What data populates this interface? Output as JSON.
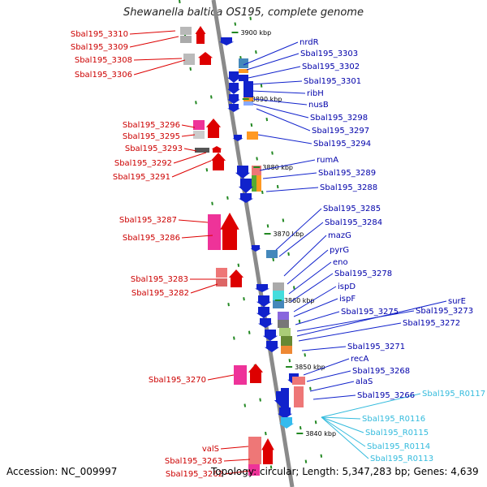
{
  "title": "Shewanella baltica OS195, complete genome",
  "footer": {
    "accession": "Accession: NC_009997",
    "topology": "Topology: circular; Length: 5,347,283 bp; Genes: 4,639"
  },
  "colors": {
    "forward_strand": "#dd0000",
    "reverse_strand": "#1122cc",
    "rna_label": "#33bbdd",
    "backbone": "#888888",
    "gridline": "#228822"
  },
  "ticks": [
    "3900 kbp",
    "3890 kbp",
    "3880 kbp",
    "3870 kbp",
    "3860 kbp",
    "3850 kbp",
    "3840 kbp"
  ],
  "left_labels": [
    "Sbal195_3310",
    "Sbal195_3309",
    "Sbal195_3308",
    "Sbal195_3306",
    "Sbal195_3296",
    "Sbal195_3295",
    "Sbal195_3293",
    "Sbal195_3292",
    "Sbal195_3291",
    "Sbal195_3287",
    "Sbal195_3286",
    "Sbal195_3283",
    "Sbal195_3282",
    "Sbal195_3270",
    "valS",
    "Sbal195_3263",
    "Sbal195_3262"
  ],
  "right_labels": [
    "nrdR",
    "Sbal195_3303",
    "Sbal195_3302",
    "Sbal195_3301",
    "ribH",
    "nusB",
    "Sbal195_3298",
    "Sbal195_3297",
    "Sbal195_3294",
    "rumA",
    "Sbal195_3289",
    "Sbal195_3288",
    "Sbal195_3285",
    "Sbal195_3284",
    "mazG",
    "pyrG",
    "eno",
    "Sbal195_3278",
    "ispD",
    "ispF",
    "Sbal195_3275",
    "Sbal195_3273",
    "surE",
    "Sbal195_3272",
    "Sbal195_3271",
    "recA",
    "Sbal195_3268",
    "alaS",
    "Sbal195_3266"
  ],
  "rna_labels": [
    "Sbal195_R0117",
    "Sbal195_R0116",
    "Sbal195_R0115",
    "Sbal195_R0114",
    "Sbal195_R0113"
  ]
}
